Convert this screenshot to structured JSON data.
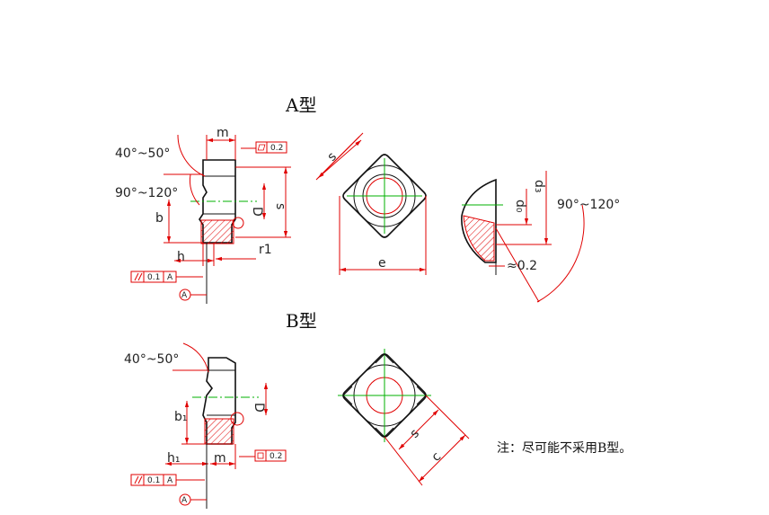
{
  "type_a": {
    "title": "A型",
    "angle_chamfer": "40°~50°",
    "angle_cone": "90°~120°",
    "dim_m": "m",
    "dim_s": "s",
    "dim_D": "D",
    "dim_b": "b",
    "dim_h": "h",
    "dim_r": "r1",
    "flatness_value": "0.2",
    "parallel_value": "0.1",
    "datum": "A",
    "datum_circle": "A",
    "top_dim_s": "s",
    "top_dim_e": "e",
    "sec_d0": "d₀",
    "sec_d3": "d₃",
    "sec_angle": "90°~120°",
    "sec_offset": "≈0.2"
  },
  "type_b": {
    "title": "B型",
    "angle_chamfer": "40°~50°",
    "dim_D": "D",
    "dim_b1": "b₁",
    "dim_h1": "h₁",
    "dim_m": "m",
    "flatness_value": "0.2",
    "parallel_value": "0.1",
    "datum": "A",
    "datum_circle": "A",
    "top_dim_s": "s",
    "top_dim_c": "c"
  },
  "note": "注：尽可能不采用B型。",
  "colors": {
    "outline": "#111111",
    "dimension": "#e00000",
    "centerline": "#00b000"
  }
}
